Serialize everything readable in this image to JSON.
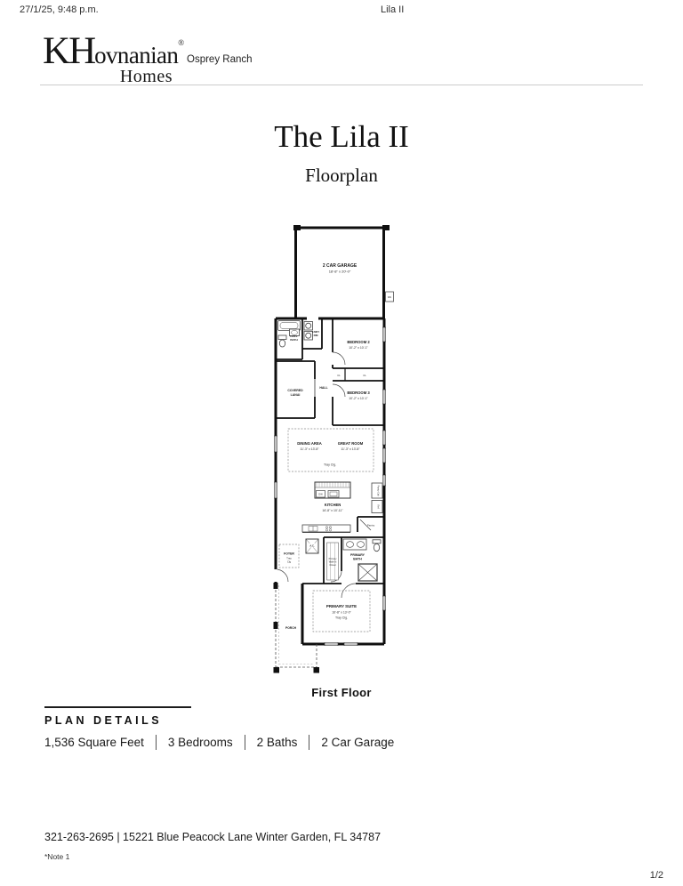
{
  "print_header": {
    "datetime": "27/1/25, 9:48 p.m.",
    "doc_title": "Lila II"
  },
  "brand": {
    "k": "K",
    "h": "H",
    "name_rest": "ovnanian",
    "reg": "®",
    "homes": "Homes",
    "community": "Osprey Ranch"
  },
  "hero": {
    "title": "The Lila II",
    "subtitle": "Floorplan"
  },
  "floorplan": {
    "caption": "First Floor",
    "labels": {
      "garage": "2 CAR GARAGE",
      "garage_dims": "18'-8\" x 20'-0\"",
      "wh": "WH",
      "hall_bath1": "HALL",
      "hall_bath2": "BATH",
      "lndy1": "LNDY",
      "lndy2": "RM",
      "bedroom2": "BEDROOM 2",
      "bedroom2_dims": "10'-2\" x 10'-1\"",
      "cl": "CL",
      "lanai1": "COVERED",
      "lanai2": "LANAI",
      "hall": "HALL",
      "bedroom3": "BEDROOM 3",
      "bedroom3_dims": "10'-2\" x 10'-1\"",
      "dining": "DINING AREA",
      "dining_dims": "11'-3\" x 13'-8\"",
      "great": "GREAT ROOM",
      "great_dims": "11'-3\" x 13'-8\"",
      "tray": "Tray Clg.",
      "dw": "DW",
      "kitchen": "KITCHEN",
      "kitchen_dims": "16'-8\" x 10'-11\"",
      "pantry_cab": "Pantry Cab",
      "ref": "Ref",
      "pantry": "Pantry",
      "foyer": "FOYER",
      "foyer_tray1": "Tray",
      "foyer_tray2": "Clg",
      "ac": "A.C.",
      "wic1": "Primary",
      "wic2": "Walk-In",
      "wic3": "Closet",
      "pbath1": "PRIMARY",
      "pbath2": "BATH",
      "psuite": "PRIMARY SUITE",
      "psuite_dims": "16'-8\" x 13'-0\"",
      "psuite_tray": "Tray Clg.",
      "porch": "PORCH"
    }
  },
  "plan_details": {
    "heading": "PLAN DETAILS",
    "items": [
      "1,536 Square Feet",
      "3 Bedrooms",
      "2 Baths",
      "2 Car Garage"
    ]
  },
  "footer": {
    "contact": "321-263-2695 | 15221 Blue Peacock Lane Winter Garden, FL 34787",
    "note": "*Note 1",
    "page": "1/2"
  }
}
